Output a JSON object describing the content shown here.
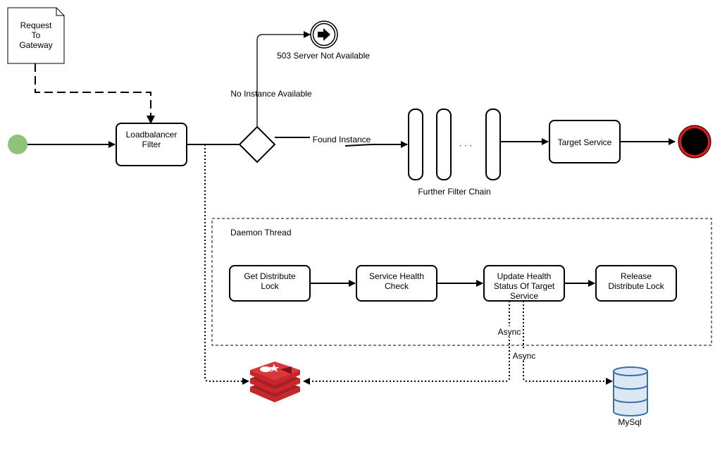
{
  "nodes": {
    "request": [
      "Request",
      "To",
      "Gateway"
    ],
    "loadbalancer": [
      "Loadbalancer",
      "Filter"
    ],
    "server_not_available": "503 Server Not Available",
    "no_instance": "No Instance Available",
    "found_instance": "Found Instance",
    "filter_dots": "· · ·",
    "further_filter_chain": "Further Filter Chain",
    "target_service": "Target Service",
    "daemon_thread": "Daemon Thread",
    "get_lock": [
      "Get Distribute",
      "Lock"
    ],
    "health_check": [
      "Service Health",
      "Check"
    ],
    "update_health": [
      "Update Health",
      "Status Of Target",
      "Service"
    ],
    "release_lock": [
      "Release",
      "Distribute Lock"
    ],
    "async_redis": "Async",
    "async_mysql": "Async",
    "mysql": "MySql"
  },
  "colors": {
    "start_event": "#8dc47a",
    "end_event_ring": "#e01818",
    "end_event_core": "#000000",
    "redis": "#c8262c",
    "db_fill": "#dbe8f4",
    "db_stroke": "#3a6fa8"
  },
  "icons": {
    "redis": "redis-icon",
    "mysql": "database-icon",
    "arrow": "arrow-right-icon"
  }
}
